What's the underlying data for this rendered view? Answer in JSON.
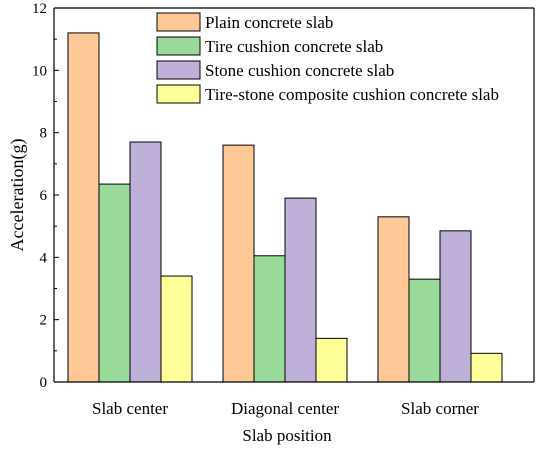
{
  "chart_data": {
    "type": "bar",
    "xlabel": "Slab position",
    "ylabel": "Acceleration(g)",
    "ylim": [
      0,
      12
    ],
    "yticks": [
      0,
      2,
      4,
      6,
      8,
      10,
      12
    ],
    "grid": false,
    "legend_position": "top-right",
    "categories": [
      "Slab center",
      "Diagonal center",
      "Slab corner"
    ],
    "series": [
      {
        "name": "Plain concrete slab",
        "color": "#FDC896",
        "values": [
          11.2,
          7.6,
          5.3
        ]
      },
      {
        "name": "Tire cushion concrete slab",
        "color": "#99D999",
        "values": [
          6.35,
          4.05,
          3.3
        ]
      },
      {
        "name": "Stone cushion concrete slab",
        "color": "#BFB0D9",
        "values": [
          7.7,
          5.9,
          4.85
        ]
      },
      {
        "name": "Tire-stone composite cushion concrete slab",
        "color": "#FFFF99",
        "values": [
          3.4,
          1.4,
          0.92
        ]
      }
    ]
  }
}
